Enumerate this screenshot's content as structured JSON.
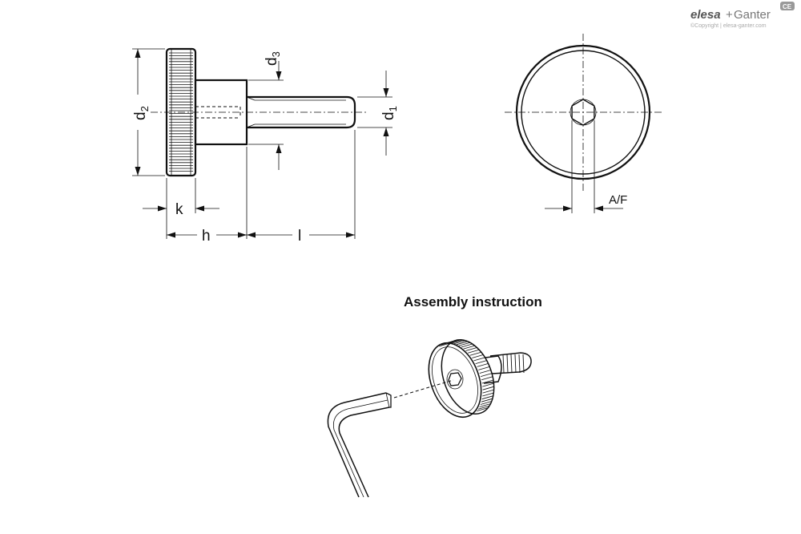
{
  "logo": {
    "brand_a": "elesa",
    "brand_plus": "+",
    "brand_b": "Ganter",
    "badge": "CE",
    "copyright": "©Copyright | elesa-ganter.com"
  },
  "side_view": {
    "label_d2": "d",
    "sub_d2": "2",
    "label_d3": "d",
    "sub_d3": "3",
    "label_d1": "d",
    "sub_d1": "1",
    "label_k": "k",
    "label_h": "h",
    "label_l": "l"
  },
  "front_view": {
    "label_af": "A/F"
  },
  "assembly": {
    "title": "Assembly instruction"
  }
}
